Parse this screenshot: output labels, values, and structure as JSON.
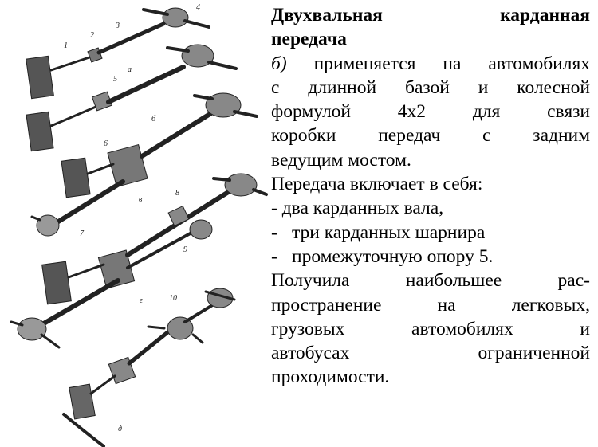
{
  "title_line1": "Двухвальная карданная",
  "title_line2": "передача",
  "paragraph1": {
    "marker": "б)",
    "line1": "применяется на автомобилях",
    "line2": "с длинной базой и колесной",
    "line3": "формулой 4х2 для связи",
    "line4": "коробки передач с задним",
    "line5": "ведущим мостом."
  },
  "includes_heading": "Передача включает в себя:",
  "list": [
    {
      "dash": "-",
      "text": "два карданных вала,"
    },
    {
      "dash": "-",
      "text": "три карданных шарнира"
    },
    {
      "dash": "-",
      "text": "промежуточную опору 5."
    }
  ],
  "paragraph2": {
    "line1": "Получила наибольшее рас-",
    "line2": "пространение на легковых,",
    "line3": "грузовых автомобилях и",
    "line4": "автобусах ограниченной",
    "line5": "проходимости."
  },
  "figure_labels": {
    "n1": "1",
    "n2": "2",
    "n3": "3",
    "n4": "4",
    "n5": "5",
    "n6": "6",
    "n7": "7",
    "n8": "8",
    "n9": "9",
    "n10": "10",
    "a": "а",
    "b": "б",
    "v": "в",
    "g": "г",
    "d": "д"
  }
}
